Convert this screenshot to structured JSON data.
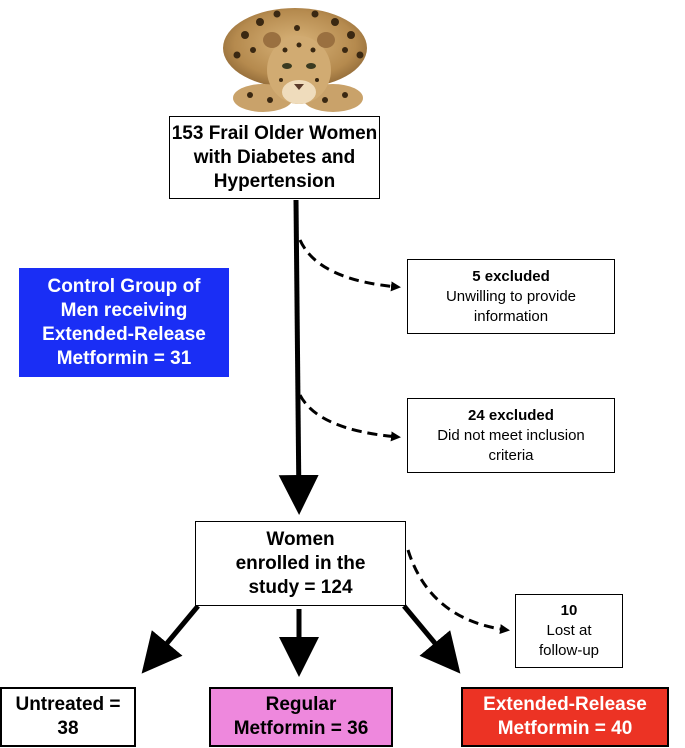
{
  "title_box": {
    "lines": [
      "153 Frail Older Women",
      "with Diabetes and",
      "Hypertension"
    ]
  },
  "control_box": {
    "lines": [
      "Control Group of",
      "Men receiving",
      "Extended-Release",
      "Metformin = 31"
    ],
    "color": "#1a2ef5"
  },
  "exclusion_1": {
    "count": "5 excluded",
    "reason_lines": [
      "Unwilling to provide",
      "information"
    ]
  },
  "exclusion_2": {
    "count": "24 excluded",
    "reason_lines": [
      "Did not meet inclusion",
      "criteria"
    ]
  },
  "enrolled_box": {
    "lines": [
      "Women",
      "enrolled in the",
      "study = 124"
    ]
  },
  "lost_box": {
    "count": "10",
    "reason_lines": [
      "Lost at",
      "follow-up"
    ]
  },
  "group_untreated": {
    "lines": [
      "Untreated =",
      "38"
    ],
    "color": "#ffffff"
  },
  "group_regular": {
    "lines": [
      "Regular",
      "Metformin = 36"
    ],
    "color": "#ee88dd"
  },
  "group_extended": {
    "lines": [
      "Extended-Release",
      "Metformin = 40"
    ],
    "color": "#ec3324"
  },
  "mascot_icon": "leopard-icon"
}
